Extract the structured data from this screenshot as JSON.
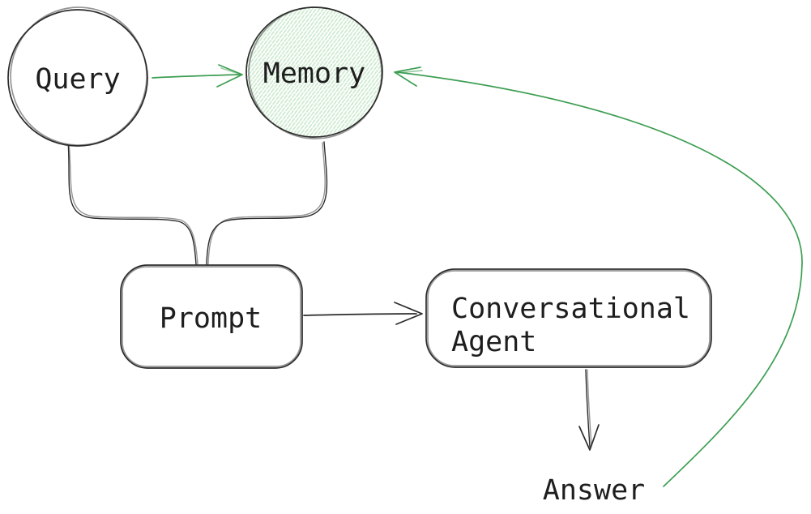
{
  "diagram": {
    "background": "#ffffff",
    "colors": {
      "ink": "#2b2b2b",
      "green": "#3d9e52",
      "hatch_green": "#cdeacf",
      "text": "#1e1e1e"
    },
    "nodes": {
      "query": {
        "label": "Query",
        "shape": "ellipse"
      },
      "memory": {
        "label": "Memory",
        "shape": "ellipse",
        "fill": "green-hachure"
      },
      "prompt": {
        "label": "Prompt",
        "shape": "rounded-rectangle"
      },
      "agent": {
        "label": "Conversational Agent",
        "label_line1": "Conversational",
        "label_line2": "Agent",
        "shape": "rounded-rectangle"
      },
      "answer": {
        "label": "Answer",
        "shape": "text"
      }
    },
    "edges": [
      {
        "from": "query",
        "to": "memory",
        "style": "arrow",
        "color": "green"
      },
      {
        "from": "query",
        "to": "prompt",
        "style": "line",
        "color": "ink"
      },
      {
        "from": "memory",
        "to": "prompt",
        "style": "line",
        "color": "ink"
      },
      {
        "from": "prompt",
        "to": "agent",
        "style": "arrow",
        "color": "ink"
      },
      {
        "from": "agent",
        "to": "answer",
        "style": "arrow",
        "color": "ink"
      },
      {
        "from": "answer",
        "to": "memory",
        "style": "arrow",
        "color": "green"
      }
    ]
  }
}
